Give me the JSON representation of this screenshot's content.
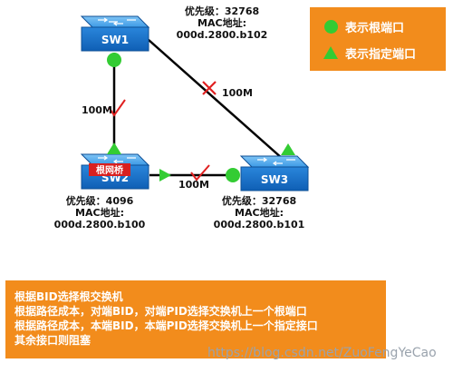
{
  "legend": {
    "root_port": "表示根端口",
    "designated_port": "表示指定端口"
  },
  "switches": {
    "sw1": {
      "label": "SW1",
      "priority_text": "优先级：32768",
      "mac_label": "MAC地址:",
      "mac": "000d.2800.b102"
    },
    "sw2": {
      "label": "SW2",
      "priority_text": "优先级：4096",
      "mac_label": "MAC地址:",
      "mac": "000d.2800.b100",
      "badge": "根网桥"
    },
    "sw3": {
      "label": "SW3",
      "priority_text": "优先级：32768",
      "mac_label": "MAC地址:",
      "mac": "000d.2800.b101"
    }
  },
  "links": {
    "sw1_sw2": "100M",
    "sw1_sw3": "100M",
    "sw2_sw3": "100M"
  },
  "notes": [
    "根据BID选择根交换机",
    "根据路径成本，对端BID，对端PID选择交换机上一个根端口",
    "根据路径成本，本端BID，本端PID选择交换机上一个指定接口",
    "其余接口则阻塞"
  ],
  "watermark": "https://blog.csdn.net/ZuoFengYeCao",
  "colors": {
    "switch_blue": "#1f7fd6",
    "port_green": "#33cc33",
    "block_red": "#e02020",
    "legend_bg": "#f28c1c",
    "root_badge": "#d9201f"
  }
}
